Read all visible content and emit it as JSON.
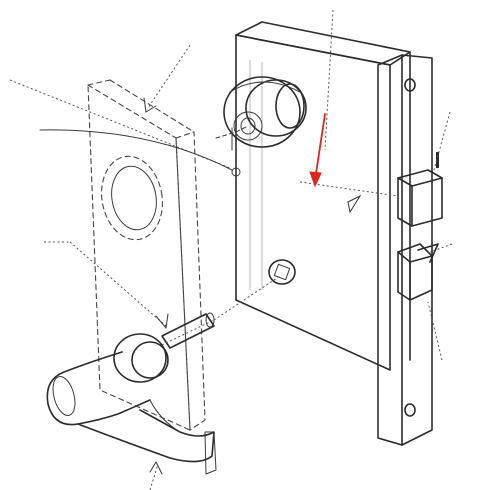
{
  "diagram": {
    "kind": "exploded-view-drawing",
    "accent_color": "#e0261b",
    "line_color": "#2b2b2b",
    "parts": [
      {
        "id": "escutcheon-plate",
        "icon": "escutcheon-plate"
      },
      {
        "id": "lever-handle",
        "icon": "lever-handle"
      },
      {
        "id": "lever-spindle",
        "icon": "spindle"
      },
      {
        "id": "lock-case",
        "icon": "mortise-lock-case"
      },
      {
        "id": "cylinder",
        "icon": "lock-cylinder"
      },
      {
        "id": "faceplate",
        "icon": "faceplate"
      },
      {
        "id": "deadbolt",
        "icon": "deadbolt"
      },
      {
        "id": "latch-bolt",
        "icon": "latch-bolt"
      },
      {
        "id": "hub",
        "icon": "square-hub"
      }
    ],
    "highlight": {
      "icon": "red-arrow",
      "color": "#e0261b"
    }
  }
}
